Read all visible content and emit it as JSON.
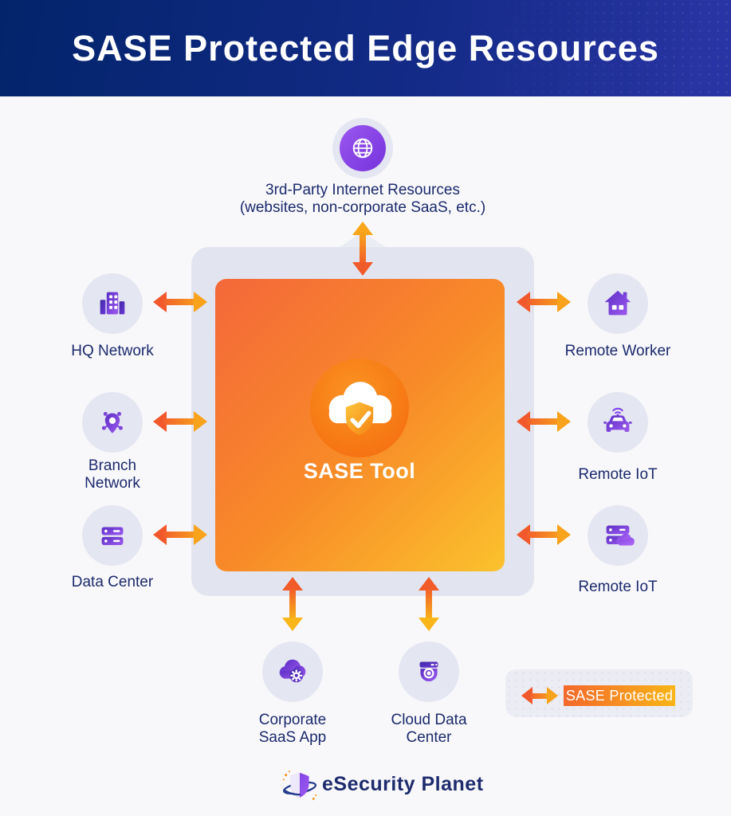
{
  "header": {
    "title": "SASE Protected Edge Resources"
  },
  "top_node": {
    "icon": "globe-icon",
    "label_line1": "3rd-Party Internet Resources",
    "label_line2": "(websites, non-corporate SaaS, etc.)"
  },
  "center": {
    "icon": "cloud-shield-check-icon",
    "label": "SASE Tool"
  },
  "left_nodes": [
    {
      "icon": "office-building-icon",
      "label": "HQ Network"
    },
    {
      "icon": "branch-pin-icon",
      "label": "Branch Network"
    },
    {
      "icon": "server-rack-icon",
      "label": "Data Center"
    }
  ],
  "right_nodes": [
    {
      "icon": "house-icon",
      "label": "Remote Worker"
    },
    {
      "icon": "connected-car-icon",
      "label": "Remote IoT"
    },
    {
      "icon": "server-cloud-icon",
      "label": "Remote IoT"
    }
  ],
  "bottom_nodes": [
    {
      "icon": "cloud-gear-icon",
      "label": "Corporate SaaS App"
    },
    {
      "icon": "dome-camera-icon",
      "label": "Cloud Data Center"
    }
  ],
  "legend": {
    "label": "SASE Protected"
  },
  "footer": {
    "brand": "eSecurity Planet"
  },
  "colors": {
    "header_gradient_start": "#03246B",
    "header_gradient_end": "#2A35A5",
    "square_gradient_start": "#F4683A",
    "square_gradient_end": "#FBC22D",
    "arrow_red": "#F1582B",
    "arrow_yellow": "#F9A21B",
    "icon_purple": "#7C3AED",
    "node_circle_bg": "#E4E6F1",
    "frame_bg": "#E2E4EF",
    "text_navy": "#1C2A6C"
  }
}
